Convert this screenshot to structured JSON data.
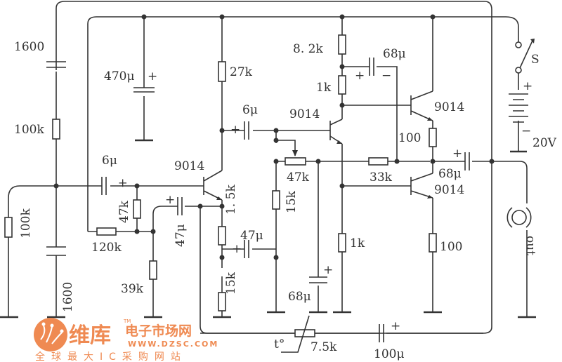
{
  "diagram": {
    "title": "Transistor amplifier schematic with thermistor feedback",
    "supply": {
      "voltage": "20V",
      "switch": "S",
      "plus": "+",
      "minus": "−"
    },
    "output_label": "out",
    "transistors": [
      "9014",
      "9014",
      "9014",
      "9014"
    ],
    "resistors": {
      "r_100k_top": "100k",
      "r_100k_left": "100k",
      "r_27k": "27k",
      "r_8_2k": "8. 2k",
      "r_1k_upper": "1k",
      "r_1k_lower": "1k",
      "r_100_upper": "100",
      "r_100_lower": "100",
      "r_33k": "33k",
      "r_47k_pot": "47k",
      "r_15k_right": "15k",
      "r_1_5k": "1. 5k",
      "r_15k_left": "15k",
      "r_47k_bias": "47k",
      "r_120k": "120k",
      "r_39k": "39k",
      "thermistor": "7.5k",
      "thermistor_symbol": "t°"
    },
    "capacitors": {
      "c_1600_top": "1600",
      "c_1600_bottom": "1600",
      "c_470u": "470μ",
      "c_6u_in": "6μ",
      "c_6u_mid": "6μ",
      "c_68u_boot": "68μ",
      "c_68u_out": "68μ",
      "c_47u_a": "47μ",
      "c_47u_b": "47μ",
      "c_68u_gnd": "68μ",
      "c_100u": "100μ"
    },
    "polarity_plus": "+",
    "polarity_minus": "−"
  },
  "watermark": {
    "brand_cn": "维库",
    "tagline_cn": "电子市场网",
    "tm": "TM",
    "url": "WWW.DZSC.COM",
    "slogan": "全球最大IC采购网站",
    "color": "#ef8a52"
  }
}
